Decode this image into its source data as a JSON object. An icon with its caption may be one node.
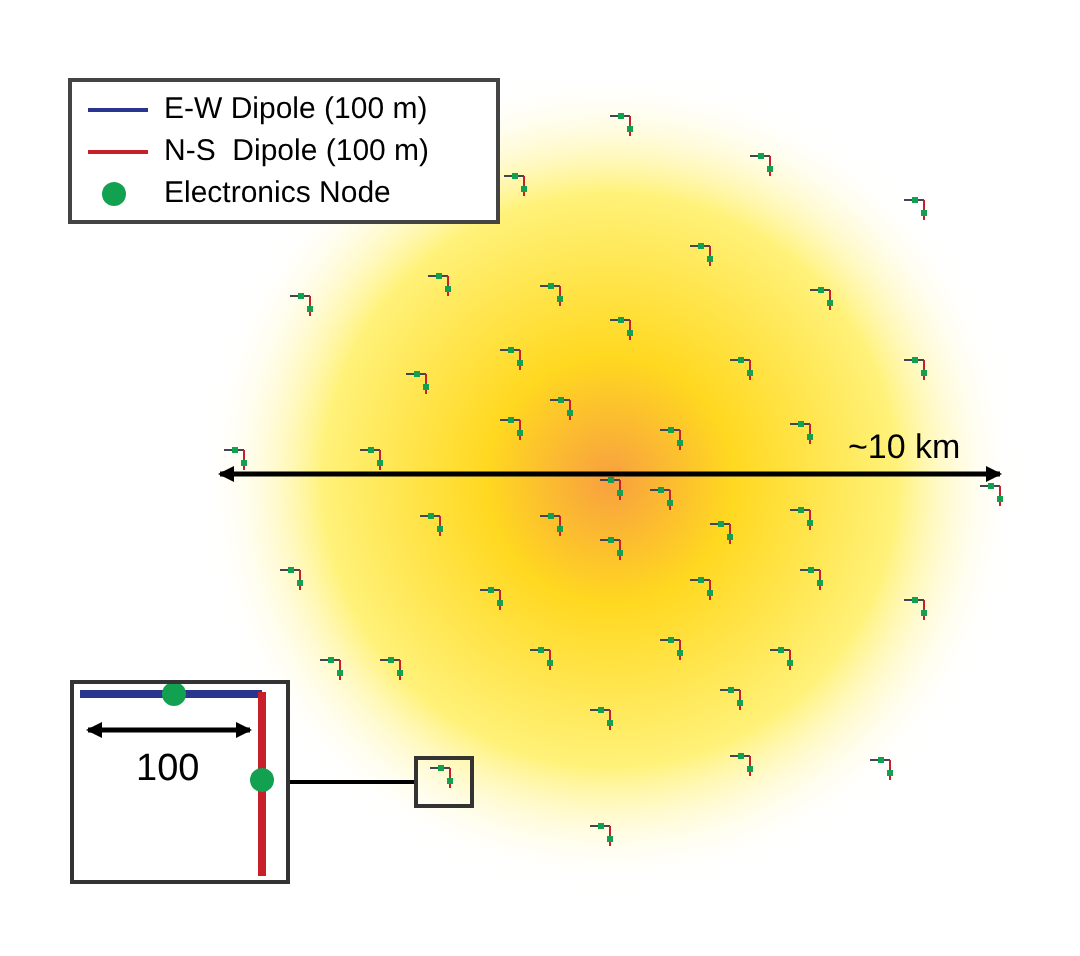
{
  "diagram": {
    "nodes": [
      {
        "text": [],
        "shape": "box"
      },
      {
        "text": [],
        "shape": "box"
      }
    ],
    "edges": [
      {
        "from": 0,
        "to": 1,
        "arrow": "none"
      }
    ],
    "labels": [
      "~10 km",
      "100"
    ],
    "legend": [
      {
        "text": "E-W Dipole (100 m)"
      },
      {
        "text": "N-S  Dipole (100 m)"
      },
      {
        "text": "Electronics Node",
        "color": "#12a150"
      }
    ]
  }
}
